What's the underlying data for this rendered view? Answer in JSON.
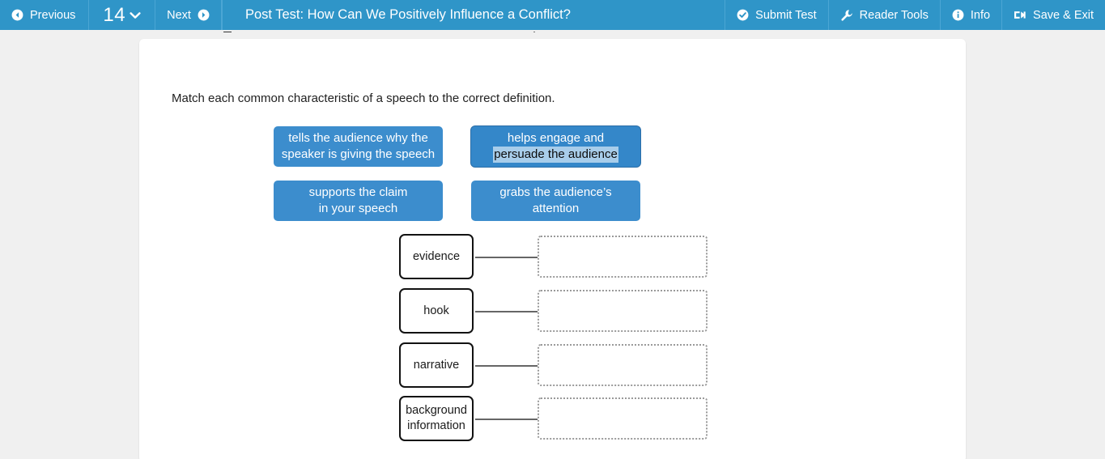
{
  "topbar": {
    "previous_label": "Previous",
    "page_number": "14",
    "next_label": "Next",
    "title": "Post Test: How Can We Positively Influence a Conflict?",
    "submit_label": "Submit Test",
    "reader_tools_label": "Reader Tools",
    "info_label": "Info",
    "save_exit_label": "Save & Exit",
    "background_color": "#2f95c8",
    "text_color": "#ffffff"
  },
  "question": {
    "prompt": "Match each common characteristic of a speech to the correct definition."
  },
  "tiles": [
    {
      "line1": "tells the audience why the",
      "line2": "speaker is giving the speech",
      "selected": false
    },
    {
      "line1": "helps engage and",
      "line2": "persuade the audience",
      "selected": true
    },
    {
      "line1": "supports the claim",
      "line2": "in your speech",
      "selected": false
    },
    {
      "line1": "grabs the audience’s",
      "line2": "attention",
      "selected": false
    }
  ],
  "tile_colors": {
    "fill": "#3c8dcd",
    "selected_fill": "#3487c9",
    "selection_highlight": "#a8cdea",
    "selection_text": "#0c0c0c",
    "text": "#ffffff"
  },
  "match_rows": [
    {
      "term_line1": "evidence",
      "term_line2": "",
      "answer": ""
    },
    {
      "term_line1": "hook",
      "term_line2": "",
      "answer": ""
    },
    {
      "term_line1": "narrative",
      "term_line2": "",
      "answer": ""
    },
    {
      "term_line1": "background",
      "term_line2": "information",
      "answer": ""
    }
  ],
  "icons": {
    "previous": "arrow-left-circle-icon",
    "page_dropdown": "chevron-down-icon",
    "next": "arrow-right-circle-icon",
    "submit": "check-circle-icon",
    "reader_tools": "wrench-icon",
    "info": "info-circle-icon",
    "save_exit": "sign-out-icon"
  }
}
